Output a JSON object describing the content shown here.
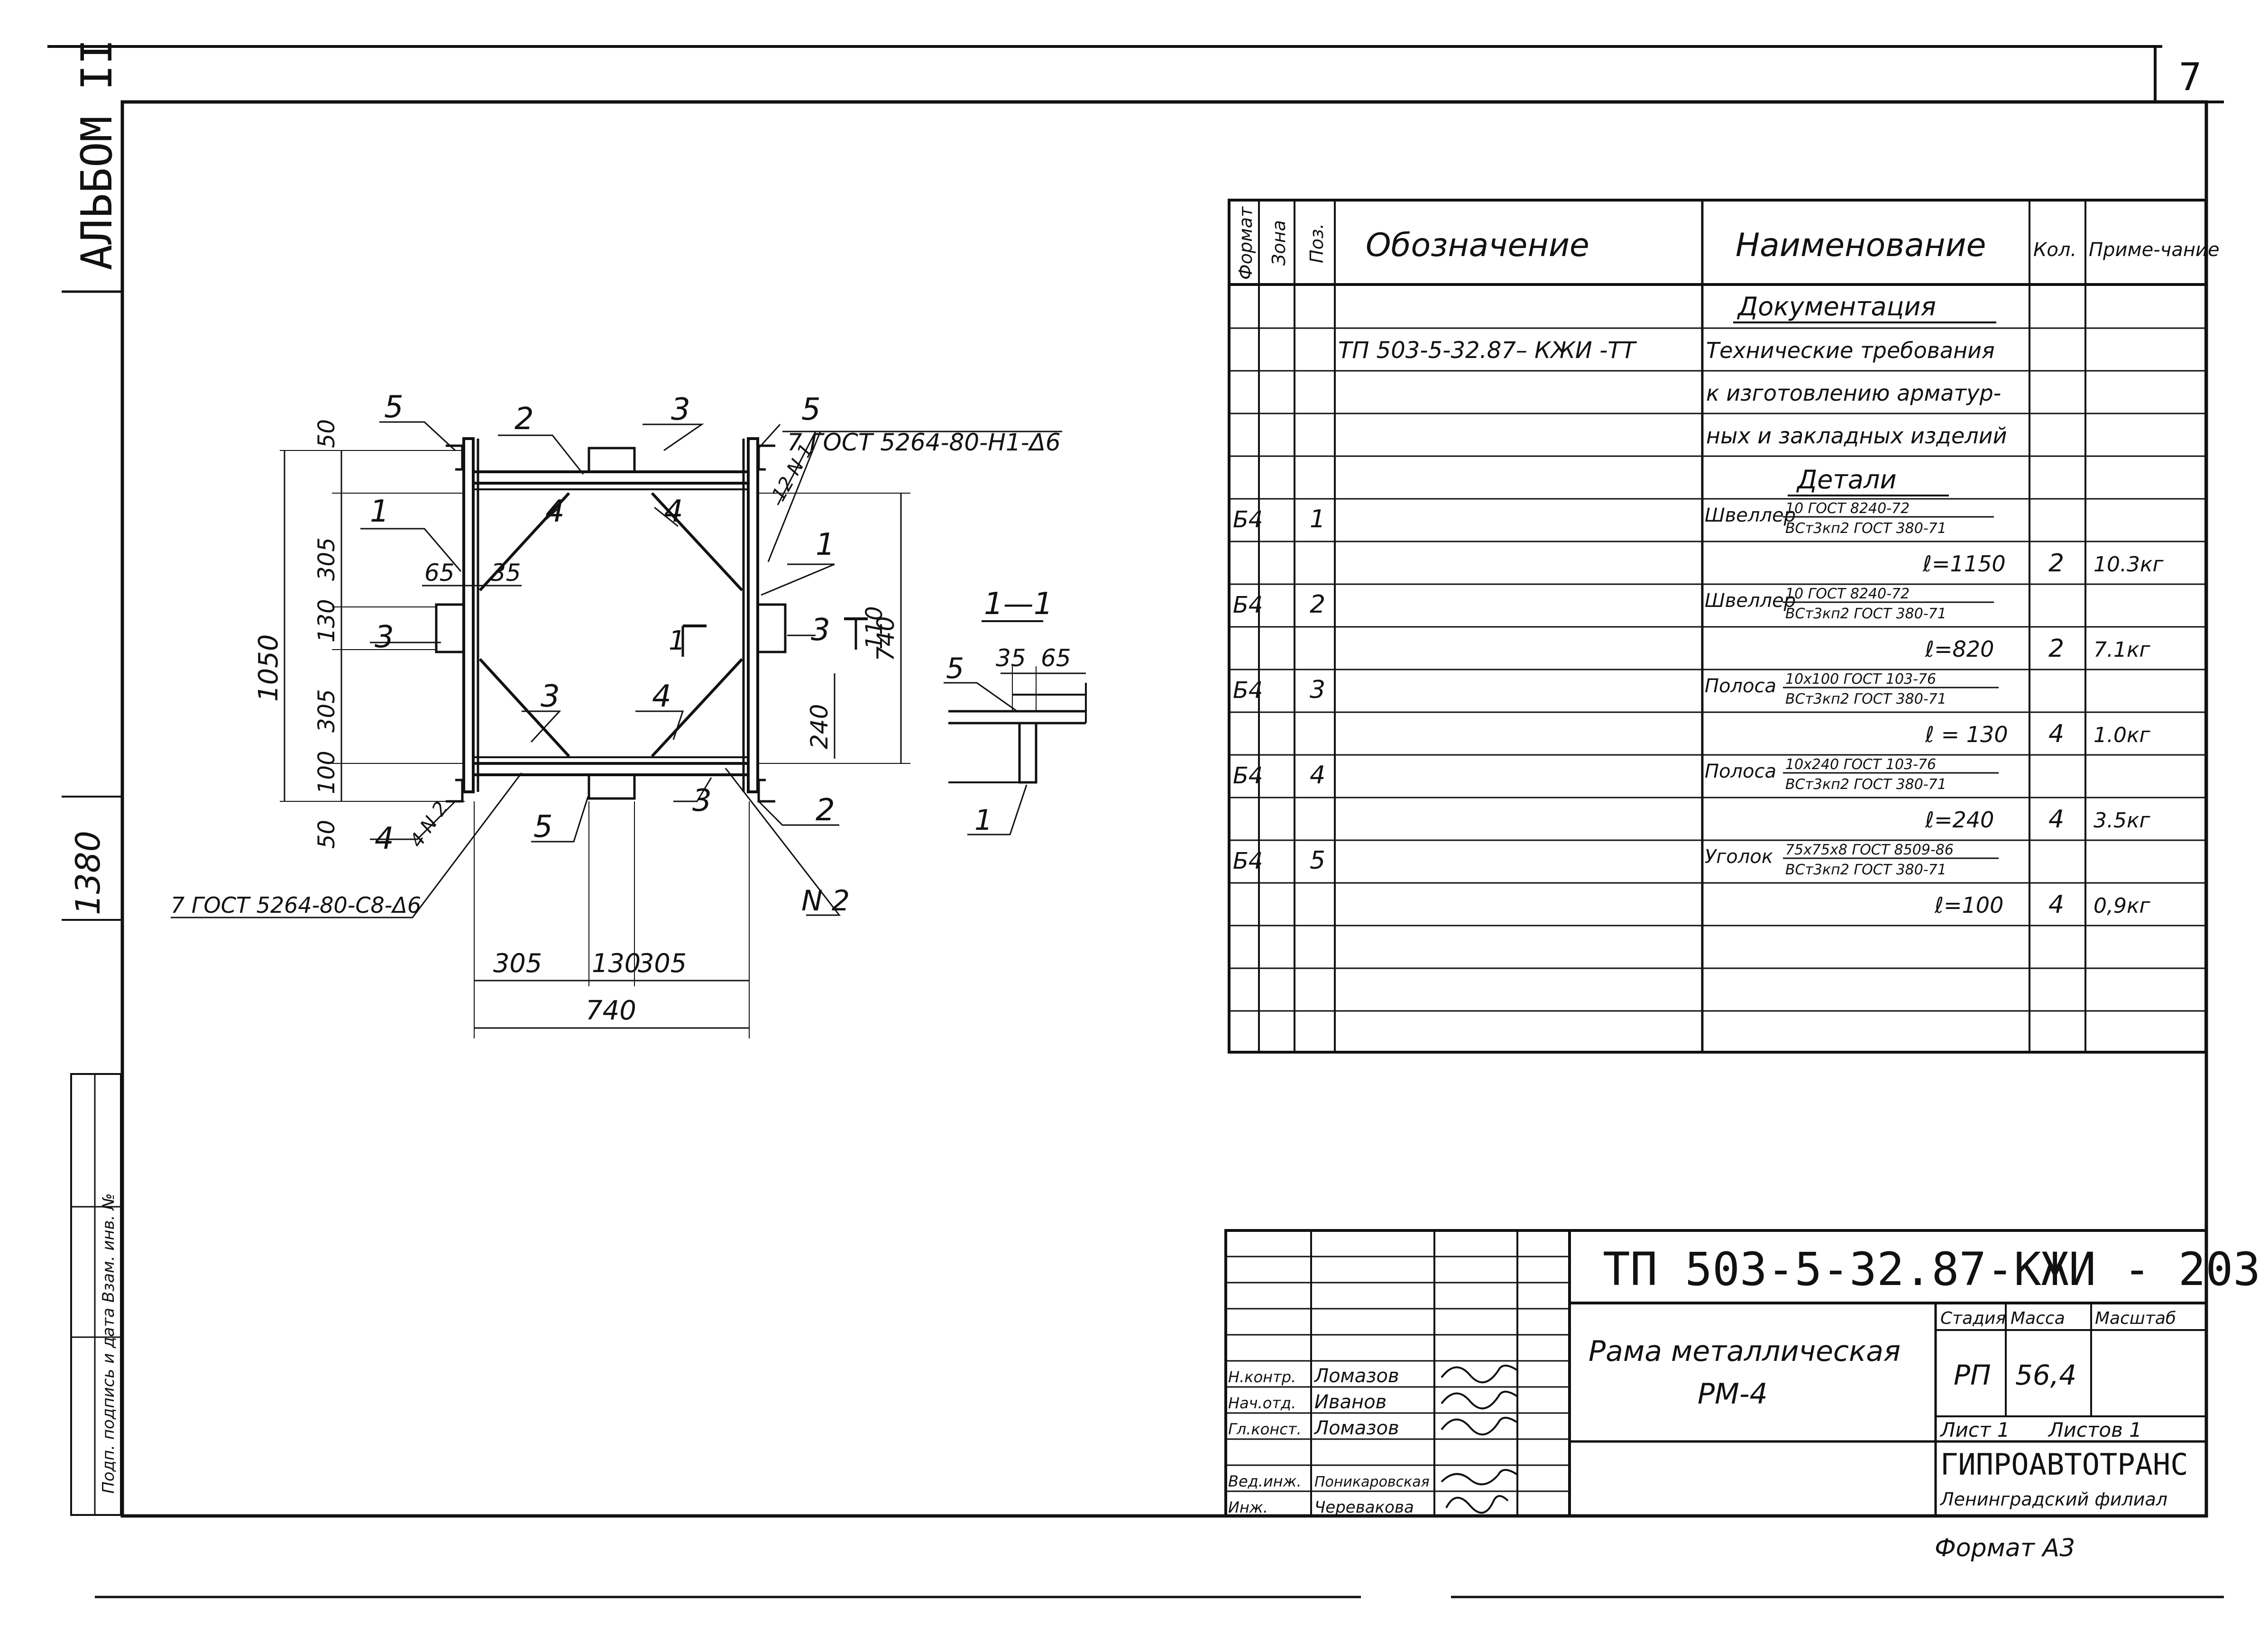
{
  "sheet": {
    "page_number": "7",
    "album": "АЛЬБОМ II",
    "side_number": "1380",
    "side_stamp": "Подп. подпись и дата Взам. инв. №",
    "format": "Формат А3"
  },
  "spec_table": {
    "headers": {
      "format": "Формат",
      "zone": "Зона",
      "pos": "Поз.",
      "designation": "Обозначение",
      "name": "Наименование",
      "qty": "Кол.",
      "note": "Приме-чание"
    },
    "section_docs": "Документация",
    "doc_designation": "ТП 503-5-32.87– КЖИ -ТТ",
    "doc_name": [
      "Технические требования",
      "к изготовлению арматур-",
      "ных и закладных изделий"
    ],
    "section_details": "Детали",
    "rows": [
      {
        "format": "Б4",
        "pos": "1",
        "name": "Швеллер",
        "spec_top": "10 ГОСТ 8240-72",
        "spec_bot": "ВСт3кп2 ГОСТ 380-71",
        "length": "ℓ=1150",
        "qty": "2",
        "note": "10.3кг"
      },
      {
        "format": "Б4",
        "pos": "2",
        "name": "Швеллер",
        "spec_top": "10 ГОСТ 8240-72",
        "spec_bot": "ВСт3кп2 ГОСТ 380-71",
        "length": "ℓ=820",
        "qty": "2",
        "note": "7.1кг"
      },
      {
        "format": "Б4",
        "pos": "3",
        "name": "Полоса",
        "spec_top": "10х100 ГОСТ 103-76",
        "spec_bot": "ВСт3кп2 ГОСТ 380-71",
        "length": "ℓ = 130",
        "qty": "4",
        "note": "1.0кг"
      },
      {
        "format": "Б4",
        "pos": "4",
        "name": "Полоса",
        "spec_top": "10х240 ГОСТ 103-76",
        "spec_bot": "ВСт3кп2 ГОСТ 380-71",
        "length": "ℓ=240",
        "qty": "4",
        "note": "3.5кг"
      },
      {
        "format": "Б4",
        "pos": "5",
        "name": "Уголок",
        "spec_top": "75х75х8 ГОСТ 8509-86",
        "spec_bot": "ВСт3кп2 ГОСТ 380-71",
        "length": "ℓ=100",
        "qty": "4",
        "note": "0,9кг"
      }
    ]
  },
  "drawing": {
    "weld_top": "7 ГОСТ 5264-80-Н1-Δ6",
    "weld_bottom": "7 ГОСТ 5264-80-С8-Δ6",
    "weld_n1": "12 N 1",
    "weld_n2": "N 2",
    "weld_4n2": "4 N 2",
    "section_label": "1—1",
    "section_mark": "1",
    "dims_left": [
      "50",
      "305",
      "130",
      "305",
      "100",
      "50"
    ],
    "dim_total_h": "1050",
    "dim_740_v": "740",
    "dim_240": "240",
    "dim_110": "110",
    "dim_65": "65",
    "dim_35": "35",
    "dims_bottom": [
      "305",
      "130",
      "305"
    ],
    "dim_total_w": "740",
    "section_dims": [
      "35",
      "65"
    ],
    "callouts": [
      "5",
      "2",
      "3",
      "5",
      "1",
      "4",
      "4",
      "1",
      "3",
      "3",
      "4",
      "4",
      "5",
      "3",
      "2",
      "5",
      "1",
      "3"
    ]
  },
  "title_block": {
    "code": "ТП 503-5-32.87-КЖИ - 203",
    "title_line1": "Рама металлическая",
    "title_line2": "РМ-4",
    "stage_header": "Стадия",
    "mass_header": "Масса",
    "scale_header": "Масштаб",
    "stage": "РП",
    "mass": "56,4",
    "sheet": "Лист 1",
    "sheets": "Листов 1",
    "org": "ГИПРОАВТОТРАНС",
    "org_sub": "Ленинградский филиал",
    "roles": [
      "Н.контр.",
      "Нач.отд.",
      "Гл.конст.",
      "Вед.инж.",
      "Инж."
    ],
    "names": [
      "Ломазов",
      "Иванов",
      "Ломазов",
      "Поникаровская",
      "Черевакова"
    ]
  }
}
